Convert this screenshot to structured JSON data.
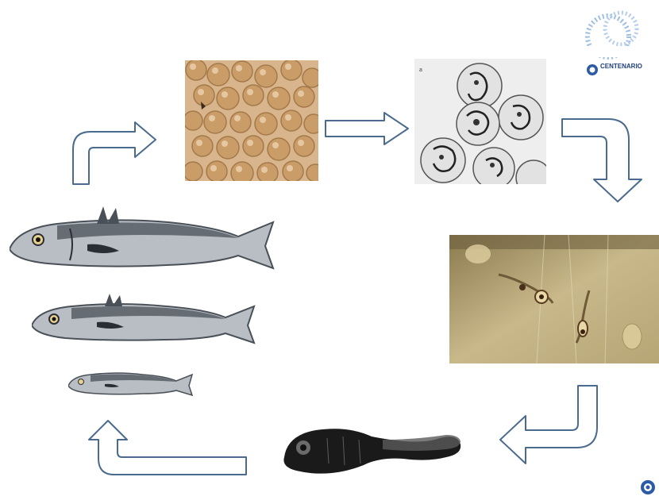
{
  "logo": {
    "top_text": "",
    "brand_text": "CENTENARIO",
    "sub_text": ""
  },
  "stages": [
    {
      "id": "eggs",
      "icon": "fish-eggs-photo"
    },
    {
      "id": "embryos",
      "icon": "developing-embryos-photo"
    },
    {
      "id": "larvae",
      "icon": "larvae-photo"
    },
    {
      "id": "juvenile",
      "icon": "juvenile-larva-photo"
    },
    {
      "id": "adults",
      "icon": "hake-fish-photo"
    }
  ],
  "colors": {
    "arrow_fill": "#ffffff",
    "arrow_stroke": "#4a6b8e",
    "egg_bg": "#d9b48a",
    "egg_color": "#c69a66",
    "larvae_bg": "#c9b98a",
    "logo_blue": "#2b5aa6"
  }
}
